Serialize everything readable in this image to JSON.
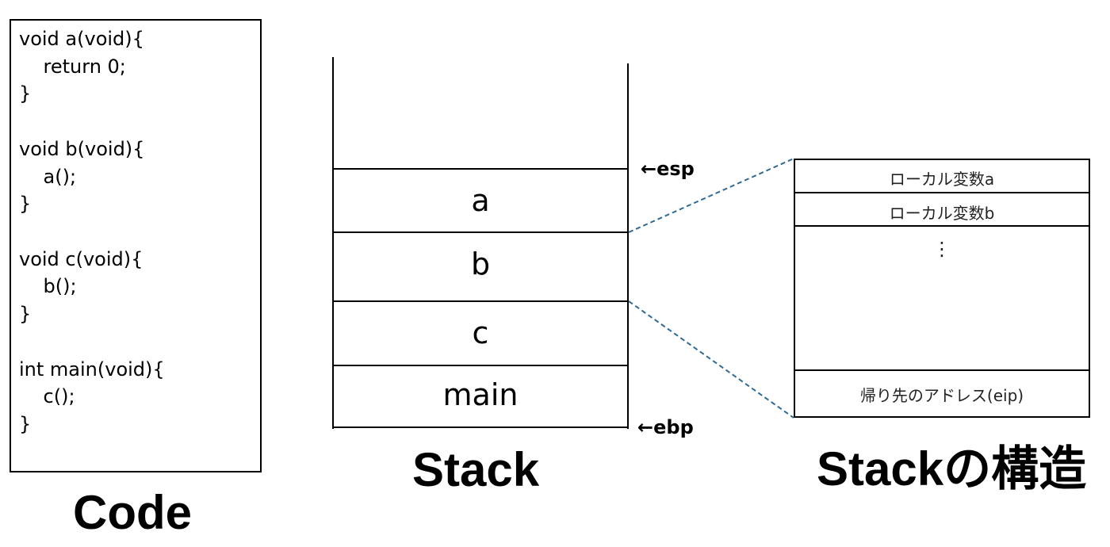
{
  "code": {
    "lines": [
      "void a(void){",
      "    return 0;",
      "}",
      "",
      "void b(void){",
      "    a();",
      "}",
      "",
      "void c(void){",
      "    b();",
      "}",
      "",
      "int main(void){",
      "    c();",
      "}"
    ],
    "title": "Code"
  },
  "stack": {
    "frames": [
      "a",
      "b",
      "c",
      "main"
    ],
    "esp_label": "esp",
    "ebp_label": "ebp",
    "title": "Stack"
  },
  "structure": {
    "rows": [
      "ローカル変数a",
      "ローカル変数b",
      "⋮",
      "帰り先のアドレス(eip)"
    ],
    "title": "Stackの構造"
  },
  "colors": {
    "dashed_line": "#2e6a93",
    "line": "#000000"
  }
}
